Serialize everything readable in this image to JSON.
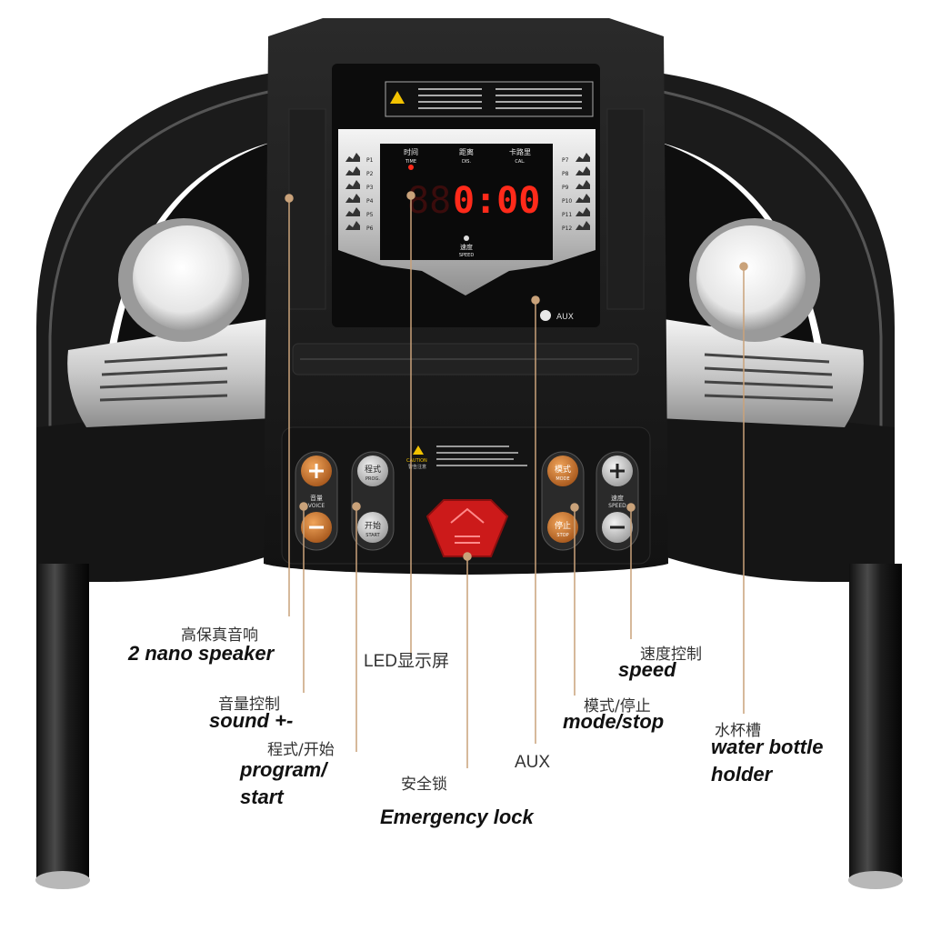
{
  "console": {
    "display_time": "0:00",
    "display_ghost": "88",
    "caution_title": "CAUTION",
    "caution_cn": "警告注意",
    "programs_left": [
      "P1",
      "P2",
      "P3",
      "P4",
      "P5",
      "P6"
    ],
    "programs_right": [
      "P7",
      "P8",
      "P9",
      "P10",
      "P11",
      "P12"
    ],
    "time_cn": "时间",
    "time_en": "TIME",
    "dist_cn": "距离",
    "dist_en": "DIS.",
    "cal_cn": "卡路里",
    "cal_en": "CAL.",
    "speed_cn": "速度",
    "speed_en": "SPEED",
    "aux_port_label": "AUX",
    "voice_cn": "音量",
    "voice_en": "VOICE",
    "prog_cn": "程式",
    "prog_en": "PROG.",
    "start_cn": "开始",
    "start_en": "START",
    "mode_cn": "模式",
    "mode_en": "MODE",
    "stop_cn": "停止",
    "stop_en": "STOP",
    "speed_btn_cn": "速度",
    "speed_btn_en": "SPEED"
  },
  "annotations": {
    "speaker_cn": "高保真音响",
    "speaker_en": "2 nano speaker",
    "led_cn": "LED显示屏",
    "sound_cn": "音量控制",
    "sound_en": "sound +-",
    "program_cn": "程式/开始",
    "program_en_1": "program/",
    "program_en_2": "start",
    "safety_cn": "安全锁",
    "safety_en": "Emergency lock",
    "aux_label": "AUX",
    "mode_cn": "模式/停止",
    "mode_en": "mode/stop",
    "speed_cn": "速度控制",
    "speed_en": "speed",
    "bottle_cn": "水杯槽",
    "bottle_en_1": "water bottle",
    "bottle_en_2": "holder"
  },
  "colors": {
    "console_body": "#1a1a1a",
    "led_red": "#ff2a1a",
    "button_orange": "#c9772a",
    "safety_key_red": "#d91f1f",
    "silver": "#c8c8c8",
    "leader_line": "#c9a27a"
  }
}
